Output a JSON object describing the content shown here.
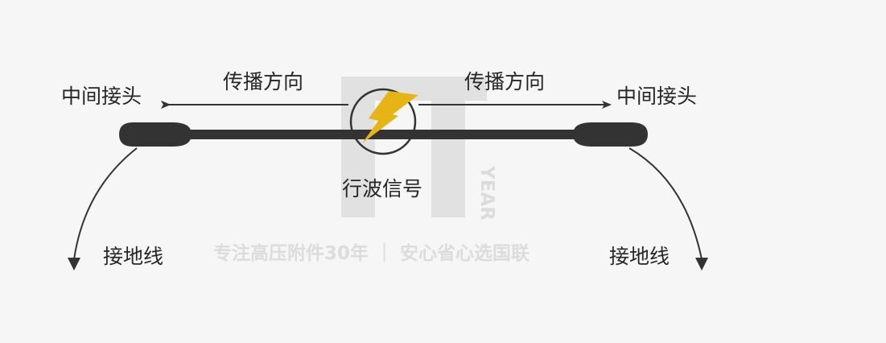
{
  "diagram": {
    "left_joint_label": "中间接头",
    "right_joint_label": "中间接头",
    "left_direction_label": "传播方向",
    "right_direction_label": "传播方向",
    "signal_label": "行波信号",
    "left_ground_label": "接地线",
    "right_ground_label": "接地线"
  },
  "watermark": {
    "logo_vertical_text": "YEAR",
    "slogan": "专注高压附件30年 ｜ 安心省心选国联"
  },
  "colors": {
    "background": "#f6f6f6",
    "cable": "#333333",
    "text": "#262626",
    "lightning_bolt": "#e6b415",
    "watermark": "#dcdcdc"
  }
}
